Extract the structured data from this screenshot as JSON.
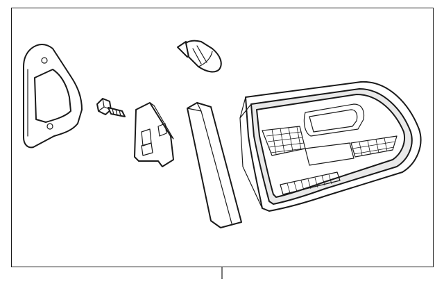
{
  "diagram": {
    "colors": {
      "line": "#1a1a1a",
      "background": "#ffffff",
      "shade": "#e9e9e9"
    },
    "parts": [
      {
        "id": "gasket",
        "icon": "gasket-icon"
      },
      {
        "id": "bolt",
        "icon": "bolt-icon"
      },
      {
        "id": "bulb",
        "icon": "bulb-icon"
      },
      {
        "id": "bracket",
        "icon": "bracket-icon"
      },
      {
        "id": "reflector-strip",
        "icon": "reflector-strip-icon"
      },
      {
        "id": "tail-lamp-assembly",
        "icon": "tail-lamp-icon"
      }
    ]
  }
}
